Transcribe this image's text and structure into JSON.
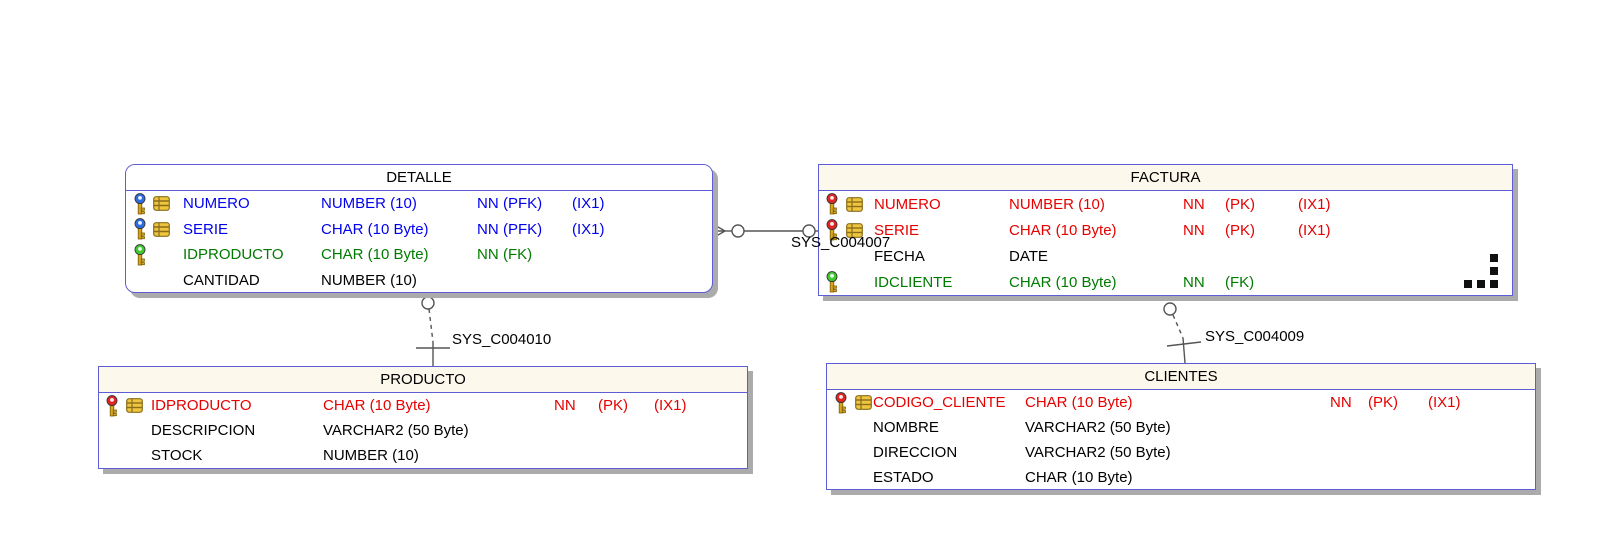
{
  "diagram": {
    "tables": [
      {
        "id": "detalle",
        "title": "DETALLE",
        "columns": [
          {
            "name": "NUMERO",
            "type": "NUMBER (10)",
            "nn": "NN",
            "key": "(PFK)",
            "index": "(IX1)",
            "color": "blue",
            "icons": [
              "key-blue",
              "grid"
            ]
          },
          {
            "name": "SERIE",
            "type": "CHAR (10 Byte)",
            "nn": "NN",
            "key": "(PFK)",
            "index": "(IX1)",
            "color": "blue",
            "icons": [
              "key-blue",
              "grid"
            ]
          },
          {
            "name": "IDPRODUCTO",
            "type": "CHAR (10 Byte)",
            "nn": "NN",
            "key": "(FK)",
            "index": "",
            "color": "green",
            "icons": [
              "key-green"
            ]
          },
          {
            "name": "CANTIDAD",
            "type": "NUMBER (10)",
            "nn": "",
            "key": "",
            "index": "",
            "color": "black",
            "icons": []
          }
        ]
      },
      {
        "id": "factura",
        "title": "FACTURA",
        "columns": [
          {
            "name": "NUMERO",
            "type": "NUMBER (10)",
            "nn": "NN",
            "key": "(PK)",
            "index": "(IX1)",
            "color": "red",
            "icons": [
              "key-red",
              "grid"
            ]
          },
          {
            "name": "SERIE",
            "type": "CHAR (10 Byte)",
            "nn": "NN",
            "key": "(PK)",
            "index": "(IX1)",
            "color": "red",
            "icons": [
              "key-red",
              "grid"
            ]
          },
          {
            "name": "FECHA",
            "type": "DATE",
            "nn": "",
            "key": "",
            "index": "",
            "color": "black",
            "icons": []
          },
          {
            "name": "IDCLIENTE",
            "type": "CHAR (10 Byte)",
            "nn": "NN",
            "key": "(FK)",
            "index": "",
            "color": "green",
            "icons": [
              "key-green"
            ]
          }
        ]
      },
      {
        "id": "producto",
        "title": "PRODUCTO",
        "columns": [
          {
            "name": "IDPRODUCTO",
            "type": "CHAR (10 Byte)",
            "nn": "NN",
            "key": "(PK)",
            "index": "(IX1)",
            "color": "red",
            "icons": [
              "key-red",
              "grid"
            ]
          },
          {
            "name": "DESCRIPCION",
            "type": "VARCHAR2 (50 Byte)",
            "nn": "",
            "key": "",
            "index": "",
            "color": "black",
            "icons": []
          },
          {
            "name": "STOCK",
            "type": "NUMBER (10)",
            "nn": "",
            "key": "",
            "index": "",
            "color": "black",
            "icons": []
          }
        ]
      },
      {
        "id": "clientes",
        "title": "CLIENTES",
        "columns": [
          {
            "name": "CODIGO_CLIENTE",
            "type": "CHAR (10 Byte)",
            "nn": "NN",
            "key": "(PK)",
            "index": "(IX1)",
            "color": "red",
            "icons": [
              "key-red",
              "grid"
            ]
          },
          {
            "name": "NOMBRE",
            "type": "VARCHAR2 (50 Byte)",
            "nn": "",
            "key": "",
            "index": "",
            "color": "black",
            "icons": []
          },
          {
            "name": "DIRECCION",
            "type": "VARCHAR2 (50 Byte)",
            "nn": "",
            "key": "",
            "index": "",
            "color": "black",
            "icons": []
          },
          {
            "name": "ESTADO",
            "type": "CHAR (10 Byte)",
            "nn": "",
            "key": "",
            "index": "",
            "color": "black",
            "icons": []
          }
        ]
      }
    ],
    "relationships": [
      {
        "label": "SYS_C004007"
      },
      {
        "label": "SYS_C004010"
      },
      {
        "label": "SYS_C004009"
      }
    ],
    "colors": {
      "pfk_text": "#0000ee",
      "pk_text": "#e60000",
      "fk_text": "#007b00",
      "normal_text": "#000000",
      "entity_border": "#5d5dd5",
      "header_fill": "#fdf8ec",
      "shadow": "#ababab",
      "connector": "#555555"
    }
  }
}
